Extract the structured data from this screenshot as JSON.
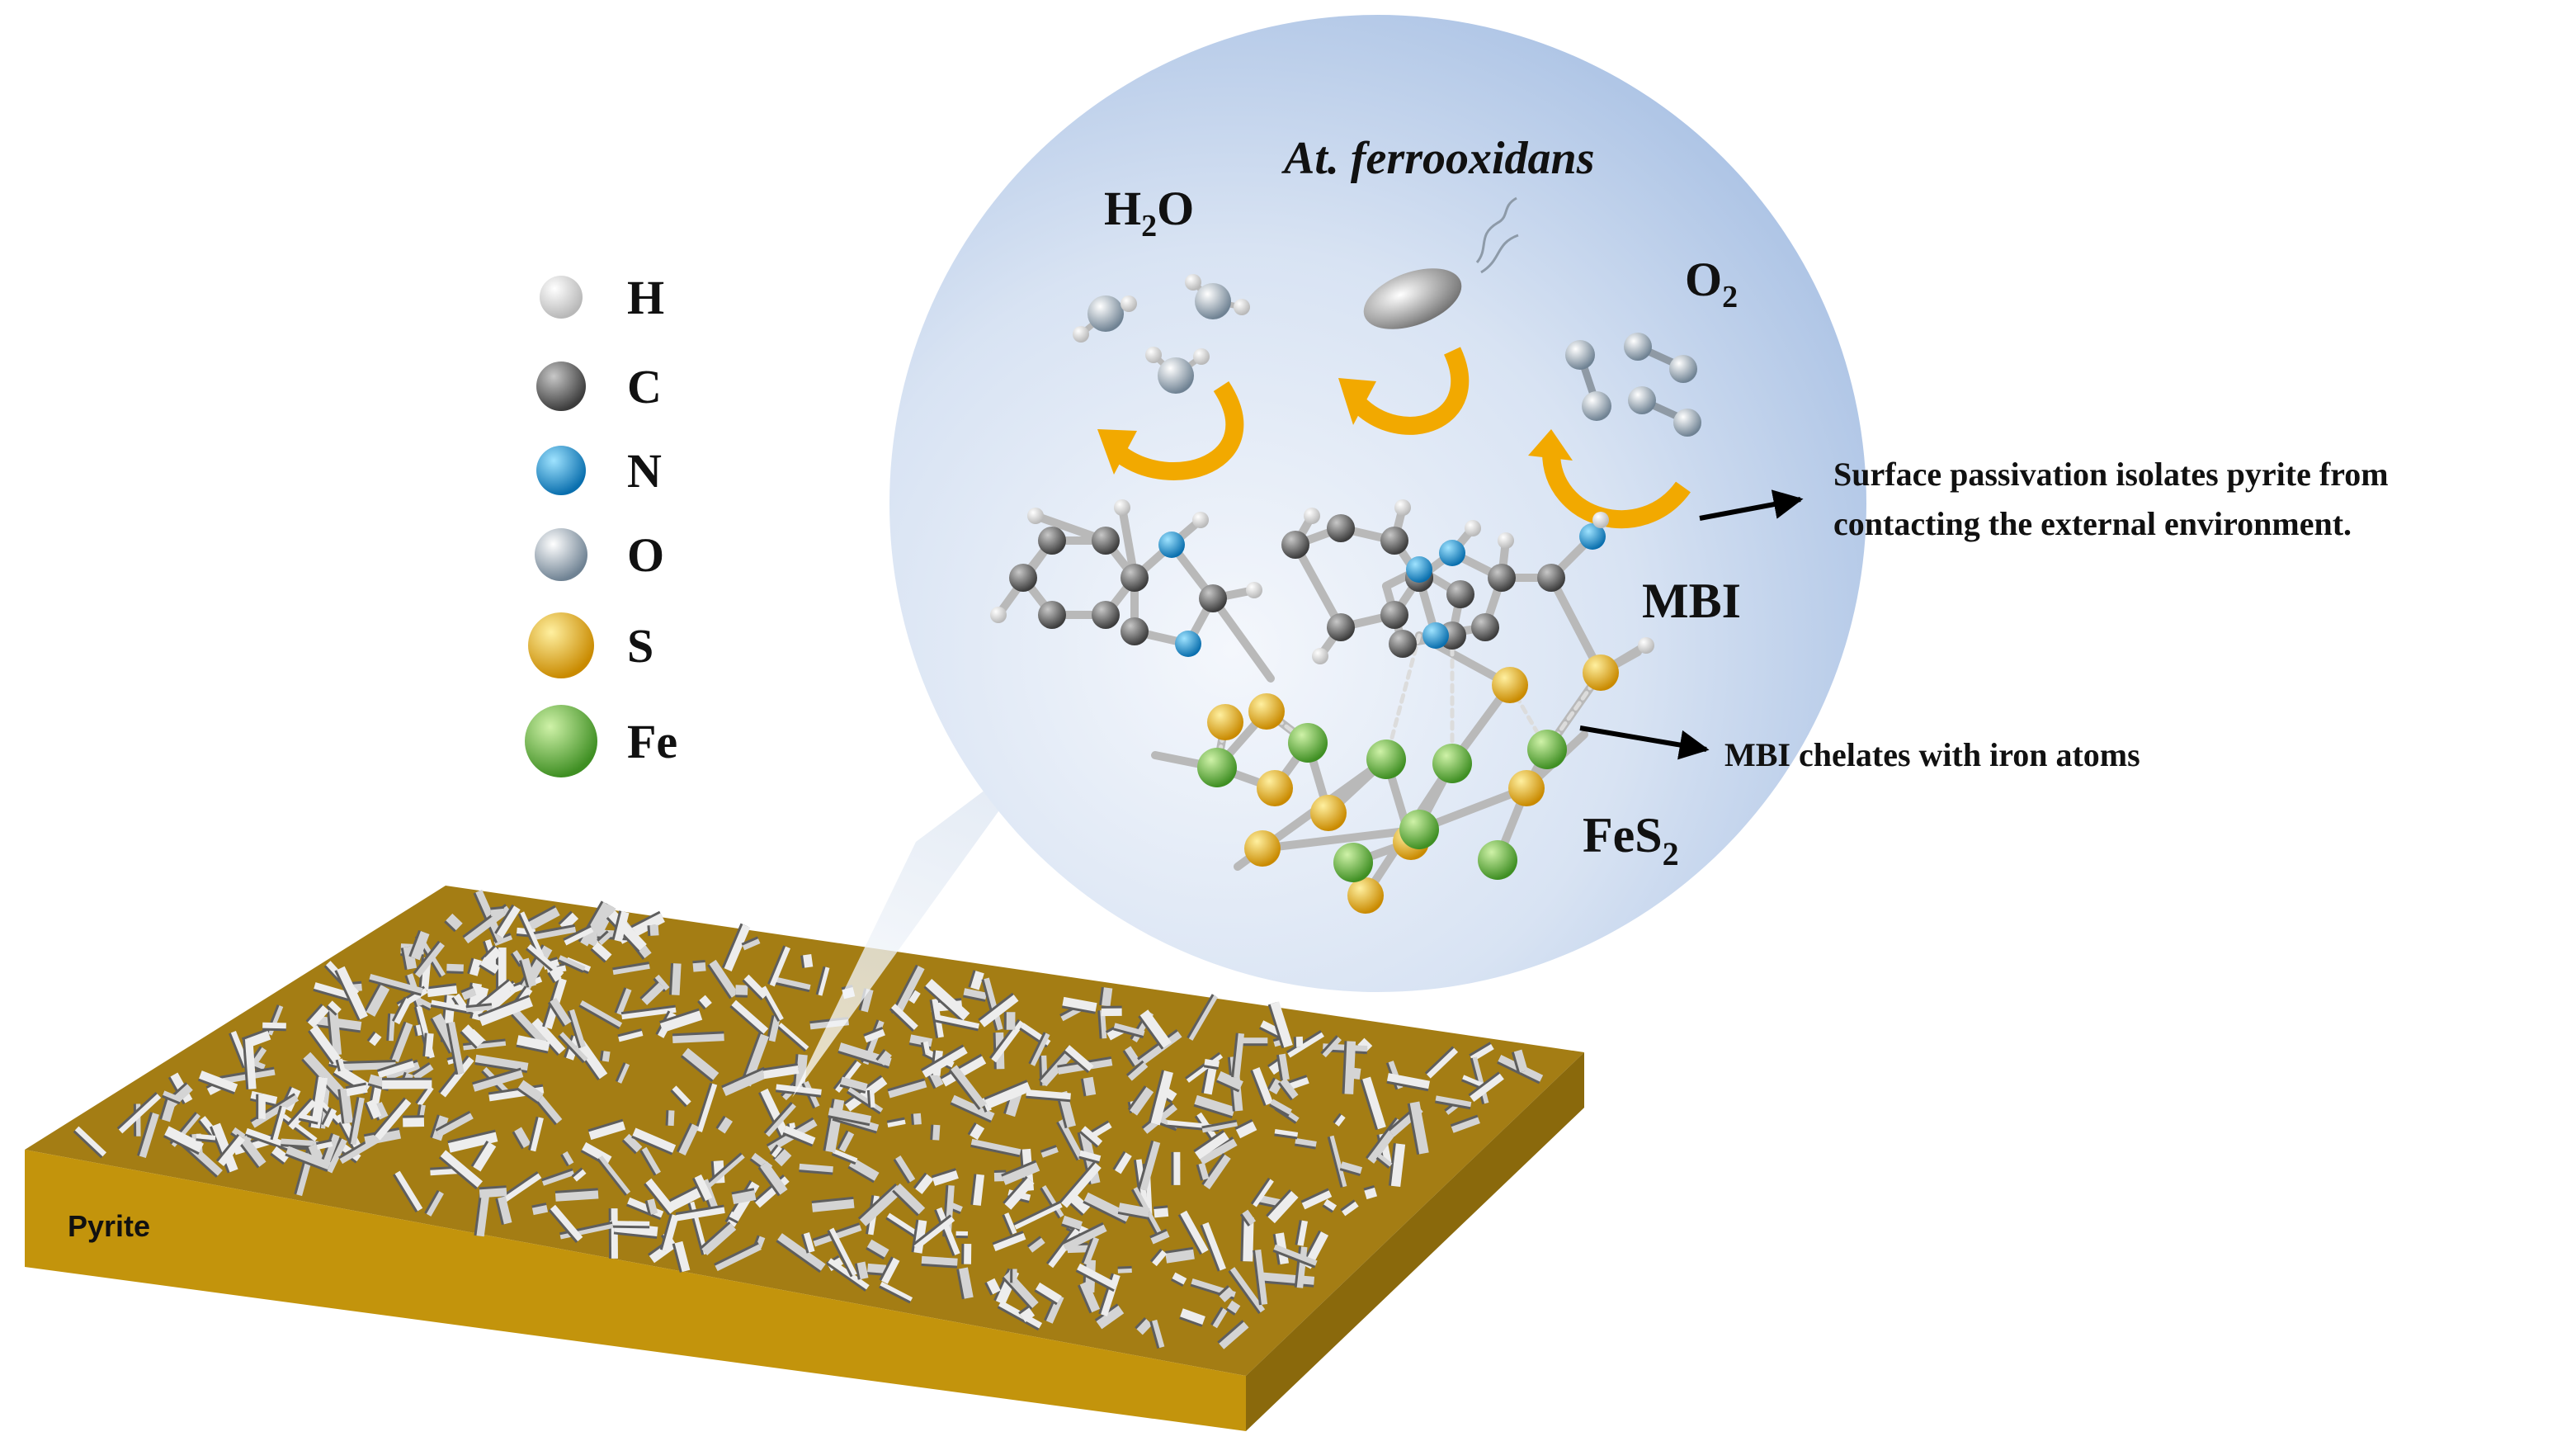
{
  "legend": [
    {
      "symbol": "H",
      "color": "#f2f2f2"
    },
    {
      "symbol": "C",
      "color": "#6e6e6e"
    },
    {
      "symbol": "N",
      "color": "#1aa0e0"
    },
    {
      "symbol": "O",
      "color": "#b9c8d6"
    },
    {
      "symbol": "S",
      "color": "#f2b705"
    },
    {
      "symbol": "Fe",
      "color": "#72c04a"
    }
  ],
  "labels": {
    "water_main": "H",
    "water_sub": "2",
    "water_tail": "O",
    "bacteria": "At. ferrooxidans",
    "oxygen_main": "O",
    "oxygen_sub": "2",
    "mbi": "MBI",
    "fes2_main": "FeS",
    "fes2_sub": "2",
    "pyrite": "Pyrite"
  },
  "annotations": {
    "passivation_line1": "Surface passivation isolates pyrite from",
    "passivation_line2": "contacting the external environment.",
    "chelation": "MBI chelates with iron atoms"
  },
  "colors": {
    "pyrite_top": "#a47d14",
    "pyrite_front": "#c3940c",
    "pyrite_side": "#8a690c",
    "bubble": "#b4c8e6",
    "arrow": "#f2a900",
    "sulfur": "#f2b705",
    "iron": "#72c04a",
    "nitrogen": "#1aa0e0",
    "carbon": "#6e6e6e"
  }
}
